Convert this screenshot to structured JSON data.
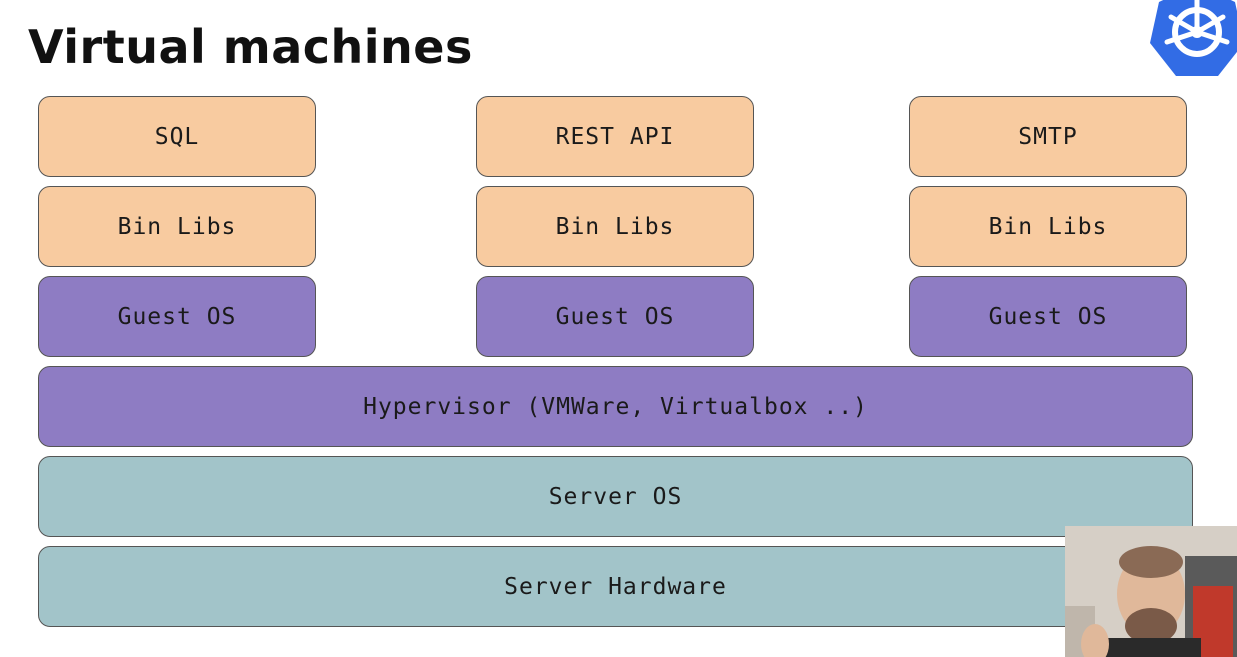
{
  "slide": {
    "title": "Virtual machines"
  },
  "stacks": [
    {
      "app": "SQL",
      "libs": "Bin Libs",
      "guest_os": "Guest OS"
    },
    {
      "app": "REST API",
      "libs": "Bin Libs",
      "guest_os": "Guest OS"
    },
    {
      "app": "SMTP",
      "libs": "Bin Libs",
      "guest_os": "Guest OS"
    }
  ],
  "layers": {
    "hypervisor": "Hypervisor (VMWare, Virtualbox ..)",
    "server_os": "Server OS",
    "server_hardware": "Server Hardware"
  },
  "colors": {
    "app_layer": "#f8cba0",
    "vm_layer": "#8e7cc3",
    "host_layer": "#a2c4c9",
    "logo": "#326ce5"
  },
  "icons": {
    "logo": "kubernetes-logo-icon",
    "webcam": "webcam-overlay"
  }
}
